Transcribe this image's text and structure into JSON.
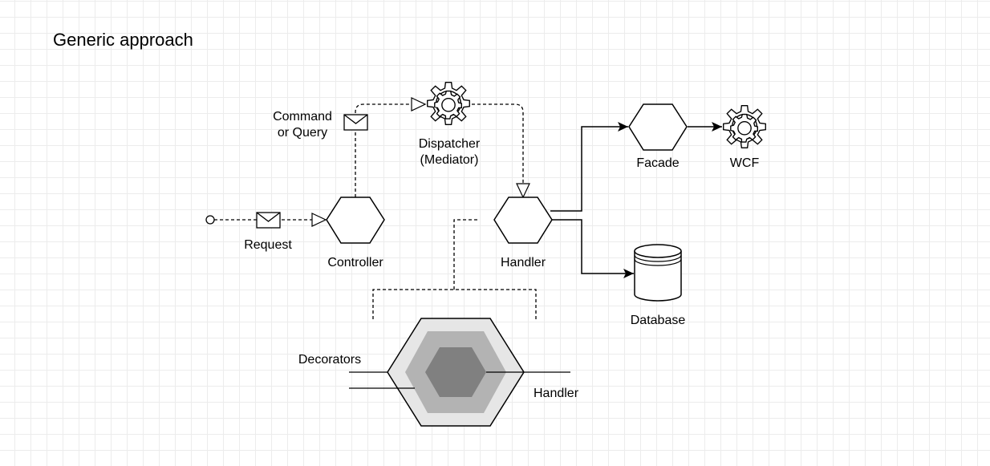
{
  "title": "Generic approach",
  "labels": {
    "command_line1": "Command",
    "command_line2": "or Query",
    "dispatcher_line1": "Dispatcher",
    "dispatcher_line2": "(Mediator)",
    "request": "Request",
    "controller": "Controller",
    "handler": "Handler",
    "facade": "Facade",
    "wcf": "WCF",
    "database": "Database",
    "decorators": "Decorators",
    "handler_detail": "Handler"
  },
  "colors": {
    "stroke": "#000000",
    "decorator_outer": "#e6e6e6",
    "decorator_middle": "#b3b3b3",
    "decorator_inner": "#808080",
    "grid": "#ececec"
  },
  "icons": {
    "message": "envelope-icon",
    "service": "gear-icon",
    "storage": "database-icon",
    "start": "start-event-circle"
  }
}
